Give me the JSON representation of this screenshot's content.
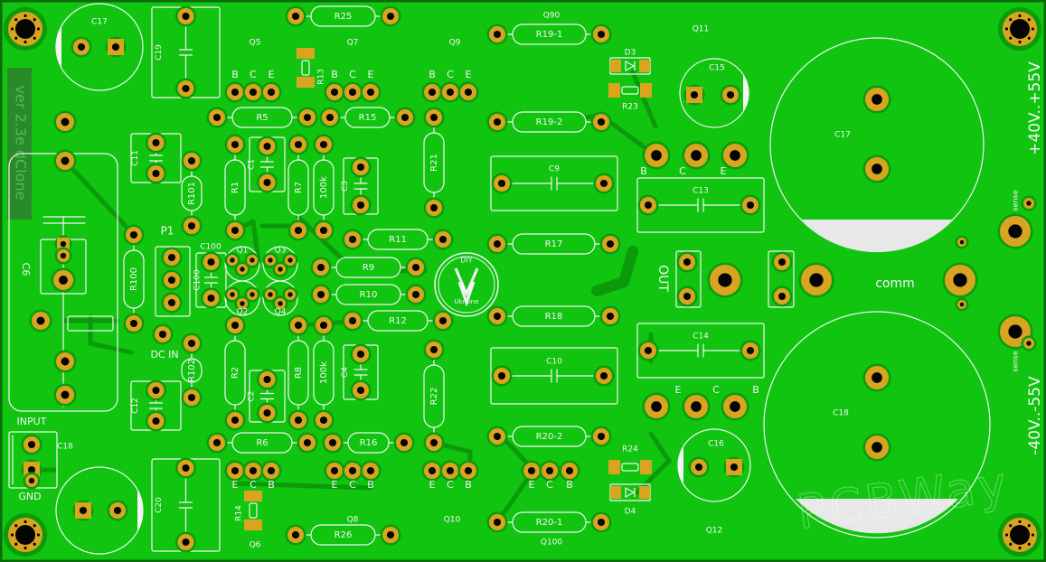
{
  "board": {
    "version": "ver 2.3e dClone",
    "watermark": "PCBWay",
    "logo": {
      "top": "DIY",
      "bottom": "Ukraine"
    },
    "power_pos": "+40V..+55V",
    "power_neg": "-40V..-55V",
    "sense_pos": "sense",
    "sense_neg": "sense",
    "comm": "comm",
    "out": "OUT",
    "dc_in": "DC IN",
    "input": "INPUT",
    "gnd": "GND"
  },
  "labels": {
    "C17a": "C17",
    "C19": "C19",
    "Q5": "Q5",
    "Q7": "Q7",
    "Q9": "Q9",
    "R25": "R25",
    "R13": "R13",
    "Q90": "Q90",
    "R19_1": "R19-1",
    "D3": "D3",
    "R23": "R23",
    "R19_2": "R19-2",
    "Q11": "Q11",
    "C15": "C15",
    "C17": "C17",
    "R5": "R5",
    "R15": "R15",
    "C11": "C11",
    "R101": "R101",
    "R1": "R1",
    "C1": "C1",
    "R7": "R7",
    "K100a": "100k",
    "C3": "C3",
    "R21": "R21",
    "C9": "C9",
    "C13": "C13",
    "C6": "C6",
    "R100": "R100",
    "P1": "P1",
    "C100": "C100",
    "Q1": "Q1",
    "Q2": "Q2",
    "Q3": "Q3",
    "Q4": "Q4",
    "R11": "R11",
    "R9": "R9",
    "R10": "R10",
    "R12": "R12",
    "R17": "R17",
    "R18": "R18",
    "R102": "R102",
    "C14": "C14",
    "C10": "C10",
    "C18": "C18",
    "R2": "R2",
    "C2": "C2",
    "R8": "R8",
    "K100b": "100k",
    "C4": "C4",
    "R22": "R22",
    "C16": "C16",
    "C12": "C12",
    "R6": "R6",
    "R16": "R16",
    "R20_2": "R20-2",
    "R24": "R24",
    "D4": "D4",
    "R14": "R14",
    "Q6": "Q6",
    "Q8": "Q8",
    "R26": "R26",
    "Q10": "Q10",
    "R20_1": "R20-1",
    "Q100": "Q100",
    "Q12": "Q12",
    "C18a": "C18",
    "C20": "C20"
  },
  "pins": {
    "B": "B",
    "C": "C",
    "E": "E"
  },
  "colors": {
    "board": "#10c410",
    "trace": "#0a9a0a",
    "copper": "#d9a520",
    "silk": "#f4f4f4",
    "drill": "#050505",
    "version_box": "#2a8a2a"
  }
}
